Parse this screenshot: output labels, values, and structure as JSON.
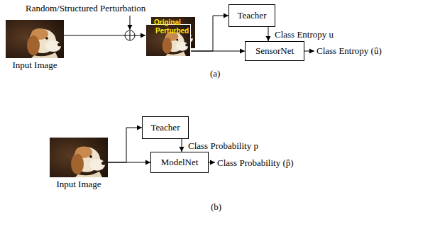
{
  "diagram": {
    "nodes": [
      {
        "text": [
          "Input Image"
        ]
      },
      {
        "text": [
          "Original",
          "Perturbed"
        ]
      },
      {
        "text": [
          "Teacher"
        ]
      },
      {
        "text": [
          "SensorNet"
        ]
      },
      {
        "text": [
          "Input Image"
        ]
      },
      {
        "text": [
          "Teacher"
        ]
      },
      {
        "text": [
          "ModelNet"
        ]
      }
    ],
    "edges": [
      {
        "from": 0,
        "to": 1,
        "arrow": "to"
      },
      {
        "from": 1,
        "to": 2,
        "arrow": "to"
      },
      {
        "from": 1,
        "to": 3,
        "arrow": "to"
      },
      {
        "from": 2,
        "to": 3,
        "label": "Class Entropy u",
        "arrow": "to"
      },
      {
        "from": 4,
        "to": 5,
        "arrow": "to"
      },
      {
        "from": 4,
        "to": 6,
        "arrow": "to"
      },
      {
        "from": 5,
        "to": 6,
        "label": "Class Probability p",
        "arrow": "to"
      }
    ],
    "labels": [
      "Random/Structured Perturbation",
      "Class Entropy (û)",
      "(a)",
      "Class Probability (p̂)",
      "(b)"
    ]
  }
}
